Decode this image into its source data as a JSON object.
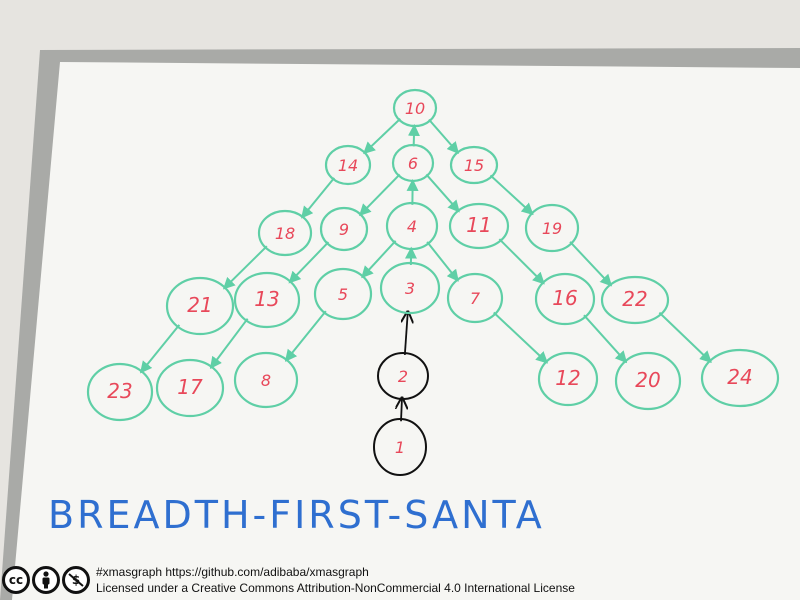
{
  "graph": {
    "nodes": [
      {
        "id": "10",
        "color": "red",
        "ring": "green"
      },
      {
        "id": "14",
        "color": "red",
        "ring": "green"
      },
      {
        "id": "6",
        "color": "red",
        "ring": "green"
      },
      {
        "id": "15",
        "color": "red",
        "ring": "green"
      },
      {
        "id": "18",
        "color": "red",
        "ring": "green"
      },
      {
        "id": "9",
        "color": "red",
        "ring": "green"
      },
      {
        "id": "4",
        "color": "red",
        "ring": "green"
      },
      {
        "id": "11",
        "color": "red",
        "ring": "green"
      },
      {
        "id": "19",
        "color": "red",
        "ring": "green"
      },
      {
        "id": "21",
        "color": "red",
        "ring": "green"
      },
      {
        "id": "13",
        "color": "red",
        "ring": "green"
      },
      {
        "id": "5",
        "color": "red",
        "ring": "green"
      },
      {
        "id": "3",
        "color": "red",
        "ring": "green"
      },
      {
        "id": "7",
        "color": "red",
        "ring": "green"
      },
      {
        "id": "16",
        "color": "red",
        "ring": "green"
      },
      {
        "id": "22",
        "color": "red",
        "ring": "green"
      },
      {
        "id": "23",
        "color": "red",
        "ring": "green"
      },
      {
        "id": "17",
        "color": "red",
        "ring": "green"
      },
      {
        "id": "8",
        "color": "red",
        "ring": "green"
      },
      {
        "id": "12",
        "color": "red",
        "ring": "green"
      },
      {
        "id": "20",
        "color": "red",
        "ring": "green"
      },
      {
        "id": "24",
        "color": "red",
        "ring": "green"
      },
      {
        "id": "2",
        "color": "red",
        "ring": "black"
      },
      {
        "id": "1",
        "color": "red",
        "ring": "black"
      }
    ],
    "edges": [
      [
        "6",
        "10"
      ],
      [
        "10",
        "14"
      ],
      [
        "10",
        "15"
      ],
      [
        "14",
        "18"
      ],
      [
        "6",
        "9"
      ],
      [
        "4",
        "6"
      ],
      [
        "6",
        "11"
      ],
      [
        "15",
        "19"
      ],
      [
        "18",
        "21"
      ],
      [
        "9",
        "13"
      ],
      [
        "4",
        "5"
      ],
      [
        "3",
        "4"
      ],
      [
        "4",
        "7"
      ],
      [
        "11",
        "16"
      ],
      [
        "19",
        "22"
      ],
      [
        "21",
        "23"
      ],
      [
        "13",
        "17"
      ],
      [
        "5",
        "8"
      ],
      [
        "7",
        "12"
      ],
      [
        "16",
        "20"
      ],
      [
        "22",
        "24"
      ],
      [
        "2",
        "3"
      ],
      [
        "1",
        "2"
      ]
    ],
    "title": "BREADTH-FIRST-SANTA"
  },
  "colors": {
    "board": "#f6f6f3",
    "frame": "#a9aaa7",
    "node_text": "#e8485a",
    "node_ring": "#5fcfa6",
    "path_ring": "#111111",
    "title_text": "#2f6fd0",
    "wall": "#e6e4e0"
  },
  "footer": {
    "line1": "#xmasgraph https://github.com/adibaba/xmasgraph",
    "line2": "Licensed under a Creative Commons Attribution-NonCommercial 4.0 International License",
    "badges": [
      "cc-icon",
      "by-icon",
      "nc-icon"
    ]
  }
}
